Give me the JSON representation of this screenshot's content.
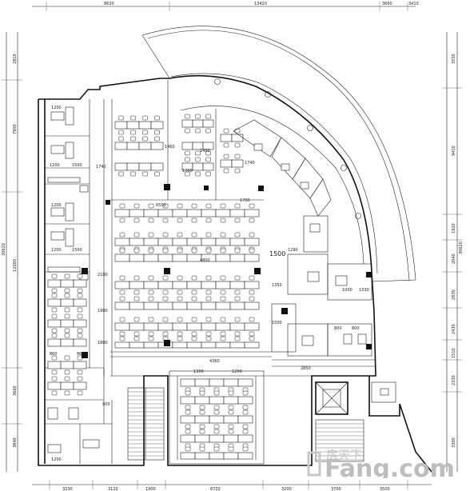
{
  "dimensions": {
    "top": [
      "8620",
      "13420",
      "3660",
      "3410"
    ],
    "bottom": [
      "3230",
      "3120",
      "1900",
      "6720",
      "3200",
      "3700",
      "3500"
    ],
    "left": [
      "2810",
      "7900",
      "30620",
      "12000",
      "3660",
      "3840"
    ],
    "right": [
      "3550",
      "9410",
      "1920",
      "30620",
      "2040",
      "2830",
      "2430",
      "1510",
      "2330",
      "3300"
    ]
  },
  "interior_labels": {
    "l1200a": "1200",
    "l1200b": "1200",
    "l1200c": "1200",
    "l1200d": "1200",
    "l1200e": "1200",
    "l1500a": "1500",
    "l1500b": "1500",
    "l1500big": "1500",
    "l1740": "1740",
    "l1740b": "1740",
    "l1460": "1460",
    "l1700a": "1700",
    "l1700b": "1700",
    "l1400": "1400",
    "l6500": "6500",
    "l4800": "4800",
    "l1350": "1350",
    "l1500c": "1500",
    "l2100": "2100",
    "l1900": "1900",
    "l1800": "1800",
    "l4360": "4360",
    "l1300": "1300",
    "l1200f": "1200",
    "l860a": "860",
    "l860b": "860",
    "l900": "900",
    "l1000": "1000",
    "l2850": "2850",
    "l1330": "1330",
    "l800a": "800",
    "l800b": "800",
    "l1290": "1290"
  },
  "watermark": {
    "cn": "房天下",
    "en": "Fang.com"
  }
}
